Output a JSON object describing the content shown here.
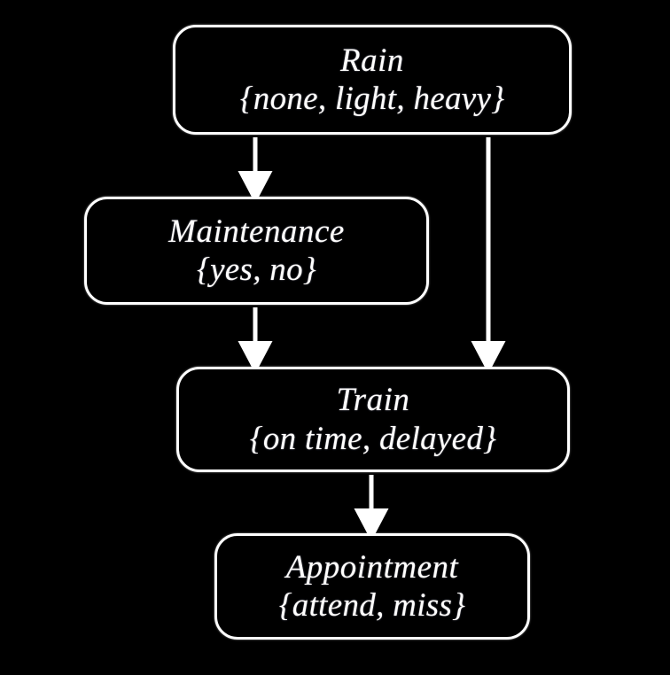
{
  "diagram": {
    "title": "",
    "background_color": "#000000",
    "node_border_color": "#ffffff",
    "node_fill_color": "#000000",
    "edge_color": "#ffffff",
    "text_color": "#ffffff",
    "type": "directed-acyclic-graph",
    "nodes": [
      {
        "id": "rain",
        "title": "Rain",
        "states": "{none, light, heavy}",
        "state_list": [
          "none",
          "light",
          "heavy"
        ]
      },
      {
        "id": "maintenance",
        "title": "Maintenance",
        "states": "{yes, no}",
        "state_list": [
          "yes",
          "no"
        ]
      },
      {
        "id": "train",
        "title": "Train",
        "states": "{on time, delayed}",
        "state_list": [
          "on time",
          "delayed"
        ]
      },
      {
        "id": "appointment",
        "title": "Appointment",
        "states": "{attend, miss}",
        "state_list": [
          "attend",
          "miss"
        ]
      }
    ],
    "edges": [
      {
        "from": "rain",
        "to": "maintenance"
      },
      {
        "from": "rain",
        "to": "train"
      },
      {
        "from": "maintenance",
        "to": "train"
      },
      {
        "from": "train",
        "to": "appointment"
      }
    ]
  }
}
